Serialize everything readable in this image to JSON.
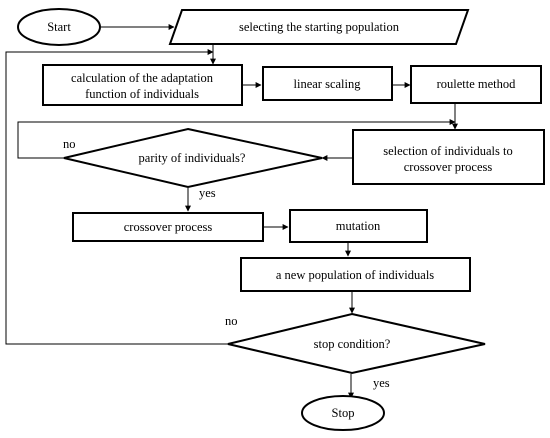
{
  "diagram": {
    "nodes": {
      "start": "Start",
      "select_population": "selecting the starting population",
      "calc_line1": "calculation of the adaptation",
      "calc_line2": "function of individuals",
      "linear_scaling": "linear scaling",
      "roulette": "roulette method",
      "selection_line1": "selection of individuals to",
      "selection_line2": "crossover process",
      "parity": "parity of individuals?",
      "crossover": "crossover process",
      "mutation": "mutation",
      "new_population": "a new population of individuals",
      "stop_condition": "stop condition?",
      "stop": "Stop"
    },
    "edge_labels": {
      "parity_no": "no",
      "parity_yes": "yes",
      "stop_no": "no",
      "stop_yes": "yes"
    }
  }
}
